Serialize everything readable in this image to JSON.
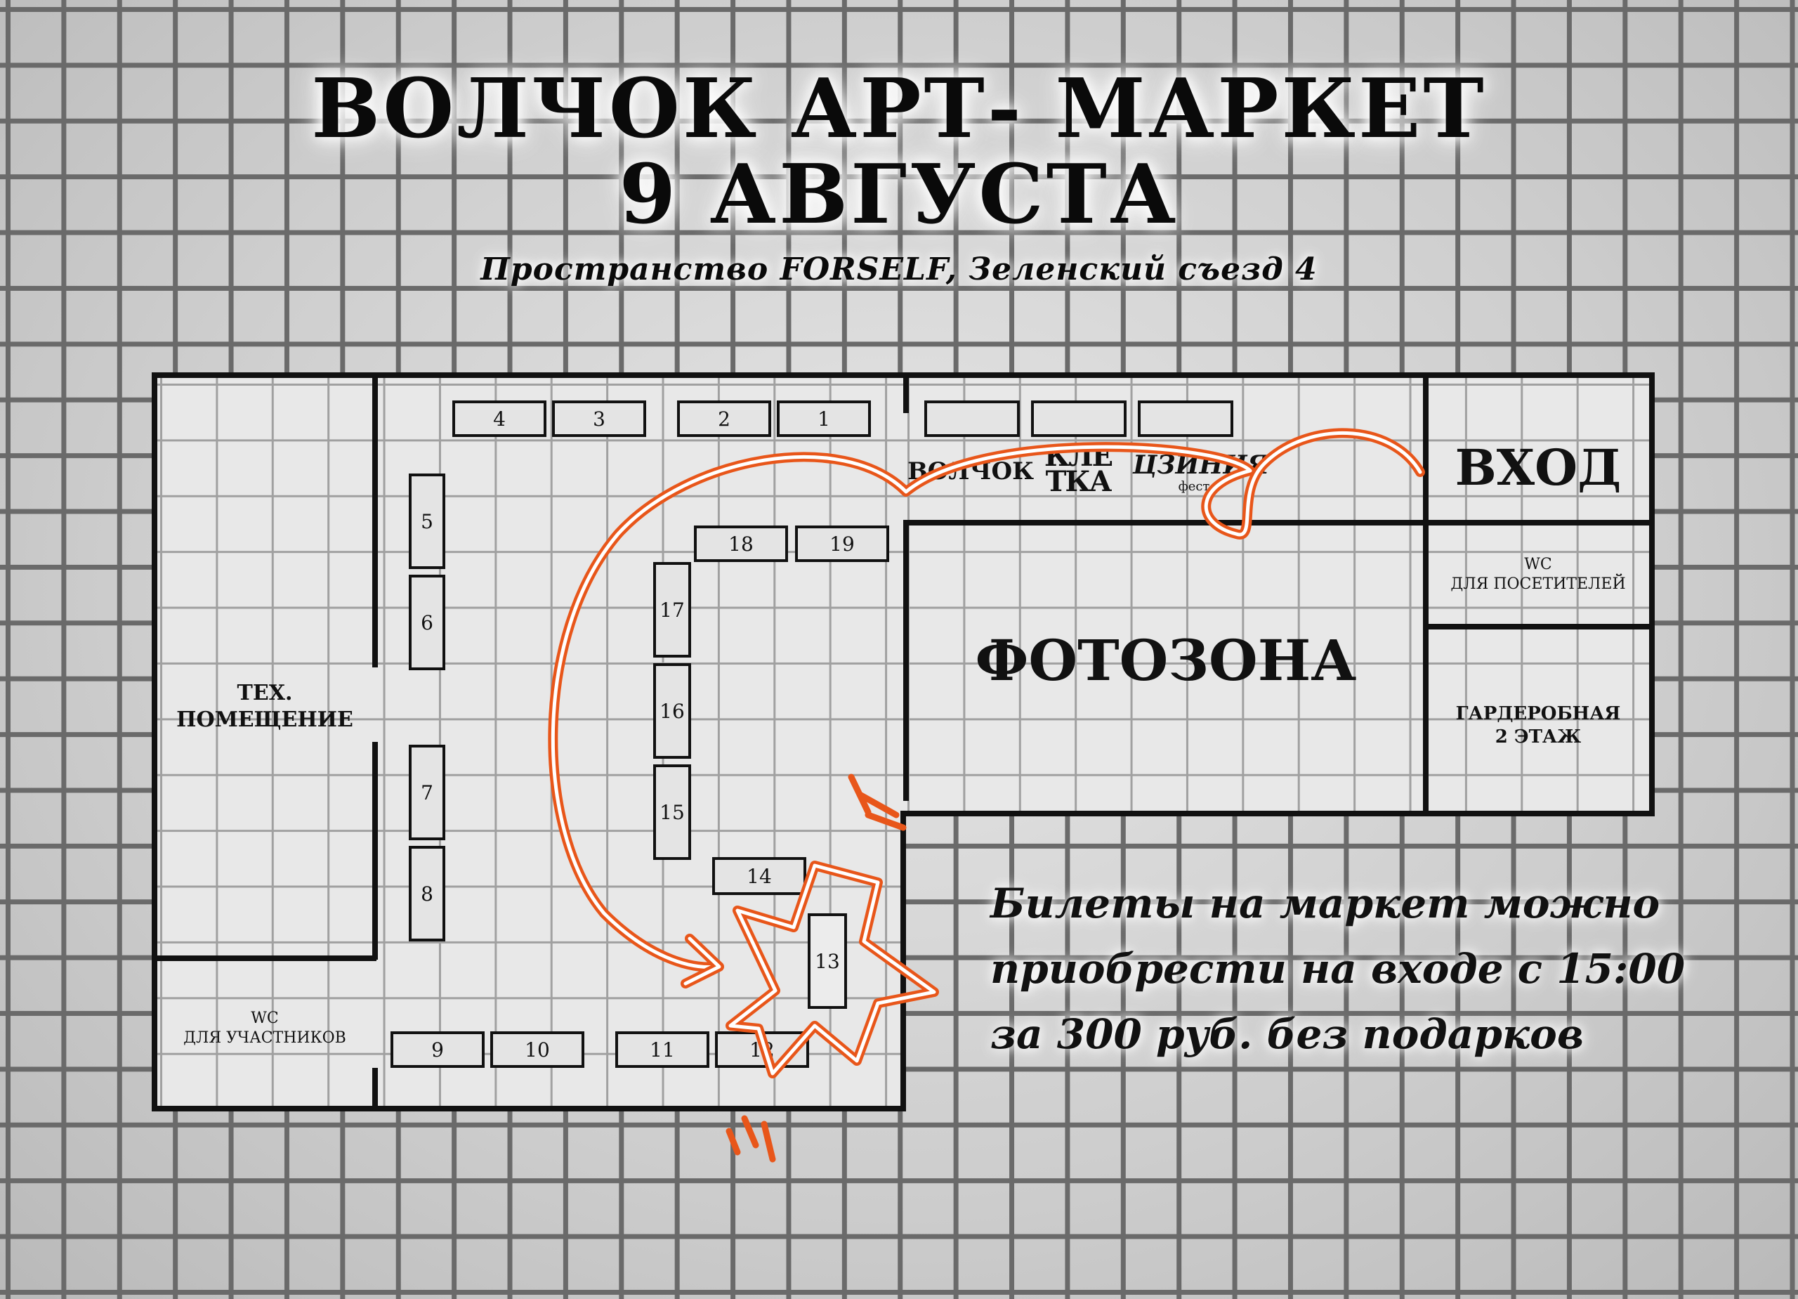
{
  "title": {
    "line1": "ВОЛЧОК АРТ- МАРКЕТ",
    "line2": "9 АВГУСТА",
    "venue": "Пространство  FORSELF, Зеленский съезд 4"
  },
  "rooms": {
    "tech": "ТЕХ.\nПОМЕЩЕНИЕ",
    "wc_participants": "WC\nДЛЯ УЧАСТНИКОВ",
    "entrance": "ВХОД",
    "wc_visitors": "WC\nДЛЯ ПОСЕТИТЕЛЕЙ",
    "photozone": "ФОТОЗОНА",
    "wardrobe": "ГАРДЕРОБНАЯ\n2 ЭТАЖ"
  },
  "partners": {
    "volchok": "ВОЛЧОК",
    "kletka": "КЛЕ\nТКА",
    "tsiniya": "ЦЗИНИЯ",
    "tsiniya_sub": "фест"
  },
  "stands": [
    "1",
    "2",
    "3",
    "4",
    "5",
    "6",
    "7",
    "8",
    "9",
    "10",
    "11",
    "12",
    "13",
    "14",
    "15",
    "16",
    "17",
    "18",
    "19"
  ],
  "info": {
    "line1": "Билеты на маркет можно",
    "line2": "приобрести на входе с 15:00",
    "line3": "за 300 руб. без подарков"
  },
  "colors": {
    "accent_orange": "#e8561a",
    "wall": "#111111"
  }
}
